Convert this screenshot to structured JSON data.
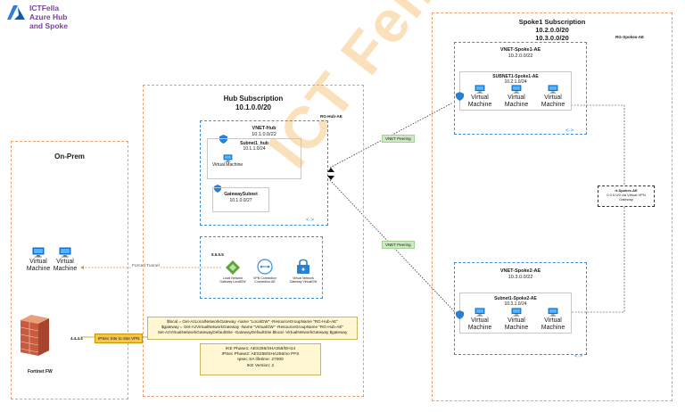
{
  "logo": {
    "line1": "ICTFella",
    "line2": "Azure Hub",
    "line3": "and Spoke",
    "color": "#7b3fa0",
    "icon": "azure-logo-icon"
  },
  "watermark": "ICT Fella",
  "onprem": {
    "title": "On-Prem",
    "vm1_label": "Virtual Machine",
    "vm2_label": "Virtual Machine",
    "public_ip": "4.4.4.4",
    "firewall_label": "Fortinet FW",
    "forced_tunnel_label": "Forced Tunnel",
    "ipsec_label": "IPSec Site to Site VPN"
  },
  "hub": {
    "title_line1": "Hub Subscription",
    "title_line2": "10.1.0.0/20",
    "rg_label": "RG-Hub-AE",
    "vnet_name": "VNET-Hub",
    "vnet_cidr": "10.1.0.0/22",
    "subnet_name": "Subnet1_hub",
    "subnet_cidr": "10.1.1.0/24",
    "subnet_vm_label": "Virtual Machine",
    "gateway_subnet_name": "GatewaySubnet",
    "gateway_subnet_cidr": "10.1.0.0/27",
    "gateway_ip": "5.5.5.5",
    "lngw_label": "Local Network Gateway LocalGW",
    "conn_label": "VPN Connection Connection-AE",
    "vngw_label": "Virtual Network Gateway VirtualGW",
    "ps_lines": [
      "$local = Get-AzLocalNetworkGateway -name \"LocalGW\" -ResourceGroupName \"RG-Hub-AE\"",
      "$gateway = Get-AzVirtualNetworkGateway -Name \"VirtualGW\" -ResourceGroupName \"RG-Hub-AE\"",
      "Set-AzVirtualNetworkGatewayDefaultSite -GatewayDefaultSite $local -VirtualNetworkGateway $gateway"
    ],
    "ike_lines": [
      "IKE Phase1: AES256/SHA256/DH14",
      "IPSec Phase2: AES256/SHA256/no PFS",
      "Ipsec SA lifetime: 27000",
      "IKE Version: 2"
    ]
  },
  "spoke": {
    "title_line1": "Spoke1 Subscription",
    "title_line2": "10.2.0.0/20",
    "title_line3": "10.3.0.0/20",
    "rg_label": "RG-Spokes-AE",
    "vnet1_name": "VNET-Spoke1-AE",
    "vnet1_cidr": "10.2.0.0/22",
    "subnet1_name": "SUBNET1-Spoke1-AE",
    "subnet1_cidr": "10.2.1.0/24",
    "vnet2_name": "VNET-Spoke2-AE",
    "vnet2_cidr": "10.3.0.0/22",
    "subnet2_name": "Subnet1-Spoke2-AE",
    "subnet2_cidr": "10.3.1.0/24",
    "vm_label": "Virtual Machine",
    "route_table_lines": [
      "rt-Spokes-AE",
      "0.0.0.0/0 via Virtual VPN",
      "Gateway"
    ]
  },
  "peering1_label": "VNET Peering",
  "peering2_label": "VNET Peering",
  "colors": {
    "orange_border": "#e8a070",
    "blue_border": "#3a8fd8",
    "peering_fill": "#cfe9c4",
    "code_fill": "#fff7d1",
    "ipsec_fill": "#f7c54a",
    "watermark": "#f0a030"
  }
}
